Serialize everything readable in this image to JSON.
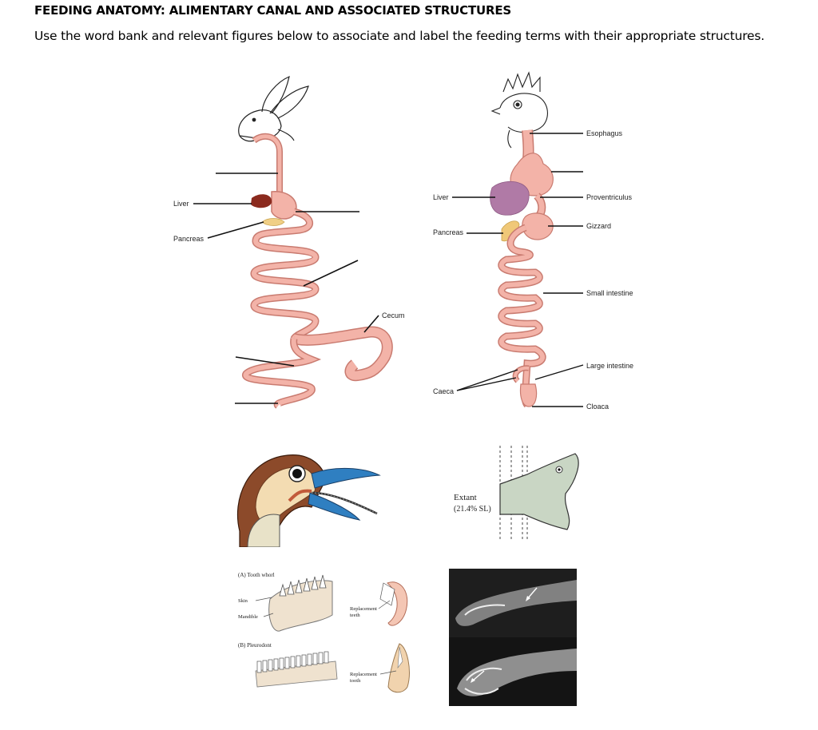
{
  "header": {
    "title": "FEEDING ANATOMY: ALIMENTARY CANAL AND ASSOCIATED STRUCTURES",
    "instructions": "Use the word bank and relevant figures below to associate and label the feeding terms with their appropriate structures."
  },
  "rabbit_figure": {
    "labels": {
      "liver": "Liver",
      "pancreas": "Pancreas",
      "cecum": "Cecum"
    },
    "colors": {
      "gut": "#f3b3a8",
      "gut_outline": "#c97b70",
      "liver": "#8b2a1e",
      "pancreas": "#f0cf86"
    }
  },
  "chicken_figure": {
    "labels": {
      "esophagus": "Esophagus",
      "liver": "Liver",
      "proventriculus": "Proventriculus",
      "pancreas": "Pancreas",
      "gizzard": "Gizzard",
      "small_intestine": "Small intestine",
      "large_intestine": "Large intestine",
      "caeca": "Caeca",
      "cloaca": "Cloaca"
    },
    "colors": {
      "gut": "#f3b3a8",
      "liver": "#b07aa6",
      "pancreas": "#f0c878"
    }
  },
  "fish_figure": {
    "label_line1": "Extant",
    "label_line2": "(21.4% SL)"
  },
  "teeth_figure": {
    "panel_a": "(A) Tooth whorl",
    "panel_b": "(B) Pleurodont",
    "skin": "Skin",
    "mandible": "Mandible",
    "replacement_teeth_1": "Replacement",
    "replacement_teeth_2": "teeth",
    "replacement_tooth_1": "Replacement",
    "replacement_tooth_2": "tooth"
  }
}
